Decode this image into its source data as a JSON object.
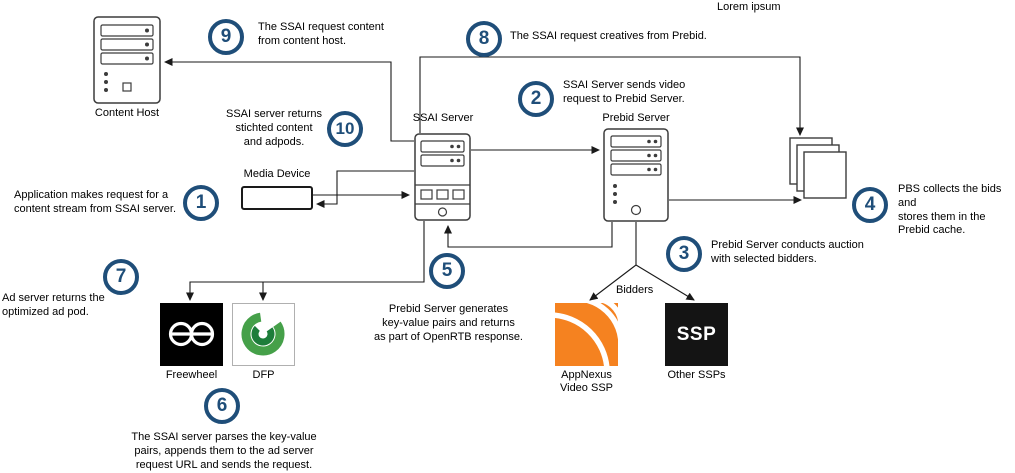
{
  "title": "Lorem ipsum",
  "colors": {
    "step_ring": "#1f4e79",
    "arrow": "#1a1a1a",
    "freewheel_bg": "#000000",
    "dfp_green_outer": "#45a049",
    "dfp_green_inner": "#1d7d3a",
    "appnexus_orange": "#f58220",
    "other_ssp_bg": "#141414"
  },
  "nodes": {
    "content_host": {
      "label": "Content Host"
    },
    "media_device": {
      "label": "Media Device"
    },
    "ssai_server": {
      "label": "SSAI Server"
    },
    "prebid_server": {
      "label": "Prebid Server"
    },
    "freewheel": {
      "label": "Freewheel"
    },
    "dfp": {
      "label": "DFP"
    },
    "appnexus": {
      "label": "AppNexus\nVideo SSP"
    },
    "other_ssps": {
      "label": "Other SSPs",
      "box_text": "SSP"
    },
    "bidders_label": "Bidders"
  },
  "steps": [
    {
      "num": "1",
      "text": "Application makes request for a\ncontent stream from SSAI server."
    },
    {
      "num": "2",
      "text": "SSAI Server sends video\nrequest to Prebid Server."
    },
    {
      "num": "3",
      "text": "Prebid Server conducts auction\nwith selected bidders."
    },
    {
      "num": "4",
      "text": "PBS collects the bids and\nstores them in the\nPrebid cache."
    },
    {
      "num": "5",
      "text": "Prebid Server generates\nkey-value pairs and returns\nas part of OpenRTB response."
    },
    {
      "num": "6",
      "text": "The SSAI server parses the key-value\npairs, appends them  to the ad server\nrequest URL and  sends the request."
    },
    {
      "num": "7",
      "text": "Ad server returns the\noptimized ad pod."
    },
    {
      "num": "8",
      "text": "The SSAI request creatives from Prebid."
    },
    {
      "num": "9",
      "text": "The SSAI request content\nfrom content host."
    },
    {
      "num": "10",
      "text": "SSAI server returns\nstichted  content\nand adpods."
    }
  ]
}
